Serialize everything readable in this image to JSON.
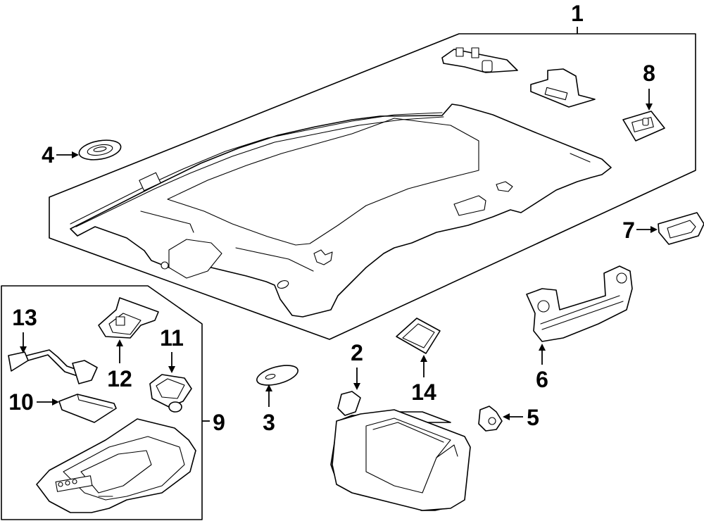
{
  "diagram": {
    "type": "exploded-parts-diagram",
    "subject": "Headliner / roof interior trim",
    "background_color": "#ffffff",
    "line_color": "#000000"
  },
  "callouts": [
    {
      "id": "1",
      "label": "1",
      "part": "headliner-assembly"
    },
    {
      "id": "2",
      "label": "2",
      "part": "sun-visor"
    },
    {
      "id": "3",
      "label": "3",
      "part": "visor-bracket-washer"
    },
    {
      "id": "4",
      "label": "4",
      "part": "grommet"
    },
    {
      "id": "5",
      "label": "5",
      "part": "visor-retainer-clip"
    },
    {
      "id": "6",
      "label": "6",
      "part": "grab-handle"
    },
    {
      "id": "7",
      "label": "7",
      "part": "dome-lamp-lens"
    },
    {
      "id": "8",
      "label": "8",
      "part": "reading-lamp"
    },
    {
      "id": "9",
      "label": "9",
      "part": "overhead-console-assembly"
    },
    {
      "id": "10",
      "label": "10",
      "part": "console-module"
    },
    {
      "id": "11",
      "label": "11",
      "part": "console-lamp-bulb-socket"
    },
    {
      "id": "12",
      "label": "12",
      "part": "console-bracket"
    },
    {
      "id": "13",
      "label": "13",
      "part": "wiring-harness"
    },
    {
      "id": "14",
      "label": "14",
      "part": "map-lamp-bezel"
    }
  ]
}
